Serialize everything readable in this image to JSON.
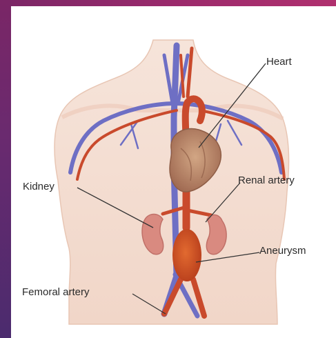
{
  "labels": {
    "heart": "Heart",
    "kidney": "Kidney",
    "renal_artery": "Renal artery",
    "aneurysm": "Aneurysm",
    "femoral_artery": "Femoral artery"
  },
  "colors": {
    "frame_accent": "#7a2666",
    "skin": "#f3dcd0",
    "vein": "#6e6fc4",
    "artery": "#c94a2c",
    "kidney": "#d98a80",
    "heart": "#b98368"
  }
}
